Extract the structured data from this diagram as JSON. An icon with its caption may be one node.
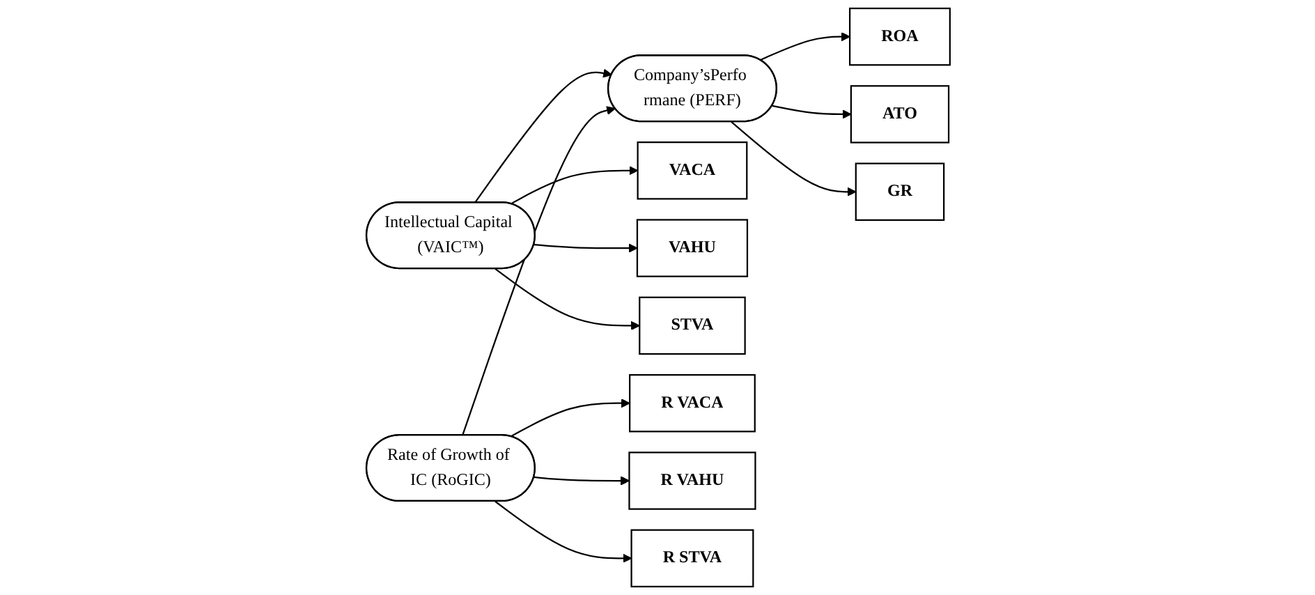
{
  "diagram": {
    "nodes": [
      {
        "text": [
          "VACA"
        ]
      },
      {
        "text": [
          "VAHU"
        ]
      },
      {
        "text": [
          "STVA"
        ]
      },
      {
        "text": [
          "Intellectual Capital (VAIC™)"
        ]
      },
      {
        "text": [
          "Rate of Growth of IC (RoGIC)"
        ]
      },
      {
        "text": [
          "R VACA"
        ]
      },
      {
        "text": [
          "R VAHU"
        ]
      },
      {
        "text": [
          "R STVA"
        ]
      },
      {
        "text": [
          "Company’sPerfo rmane (PERF)"
        ]
      },
      {
        "text": [
          "ROA"
        ]
      },
      {
        "text": [
          "ATO"
        ]
      },
      {
        "text": [
          "GR"
        ]
      }
    ],
    "edges": [
      {
        "from": 3,
        "to": 0,
        "arrow": "to"
      },
      {
        "from": 3,
        "to": 1,
        "arrow": "to"
      },
      {
        "from": 3,
        "to": 2,
        "arrow": "to"
      },
      {
        "from": 4,
        "to": 5,
        "arrow": "to"
      },
      {
        "from": 4,
        "to": 6,
        "arrow": "to"
      },
      {
        "from": 4,
        "to": 7,
        "arrow": "to"
      },
      {
        "from": 3,
        "to": 8,
        "arrow": "to"
      },
      {
        "from": 4,
        "to": 8,
        "arrow": "to"
      },
      {
        "from": 8,
        "to": 9,
        "arrow": "to"
      },
      {
        "from": 8,
        "to": 10,
        "arrow": "to"
      },
      {
        "from": 8,
        "to": 11,
        "arrow": "to"
      }
    ]
  }
}
